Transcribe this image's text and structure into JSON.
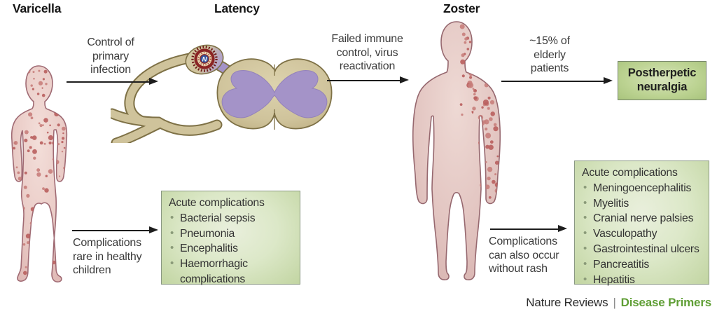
{
  "figure": {
    "stages": {
      "varicella": "Varicella",
      "latency": "Latency",
      "zoster": "Zoster"
    },
    "transitions": {
      "primary_control": "Control of\nprimary\ninfection",
      "reactivation": "Failed immune\ncontrol, virus\nreactivation",
      "elderly": "~15% of\nelderly\npatients",
      "child_complications": "Complications\nrare in healthy\nchildren",
      "adult_complications": "Complications\ncan also occur\nwithout rash"
    },
    "boxes": {
      "postherpetic": "Postherpetic\nneuralgia",
      "varicella_acute": {
        "title": "Acute complications",
        "items": [
          "Bacterial sepsis",
          "Pneumonia",
          "Encephalitis",
          "Haemorrhagic complications"
        ]
      },
      "zoster_acute": {
        "title": "Acute complications",
        "items": [
          "Meningoencephalitis",
          "Myelitis",
          "Cranial nerve palsies",
          "Vasculopathy",
          "Gastrointestinal ulcers",
          "Pancreatitis",
          "Hepatitis"
        ]
      }
    },
    "illustrations": {
      "virus_label": "N",
      "child": "child-with-varicella-rash",
      "ganglion": "latent-virus-in-dorsal-root-ganglion",
      "adult": "adult-with-dermatomal-zoster-rash"
    },
    "footer": {
      "journal": "Nature Reviews",
      "separator": "|",
      "brand": "Disease Primers"
    },
    "colors": {
      "brand_green": "#5f9e35",
      "box_bg": "#dce8c8",
      "box_border": "#8a9883",
      "highlight_box_bg": "#b7d08d",
      "skin": "#ecd2cd",
      "rash_spot": "#b95f5e",
      "nerve_tan": "#cfc39b",
      "nerve_outline": "#7e7146",
      "gray_matter": "#a493c8",
      "virus_red": "#8b2424",
      "virus_core_blue": "#33549c",
      "arrow": "#1d1d1d"
    }
  }
}
